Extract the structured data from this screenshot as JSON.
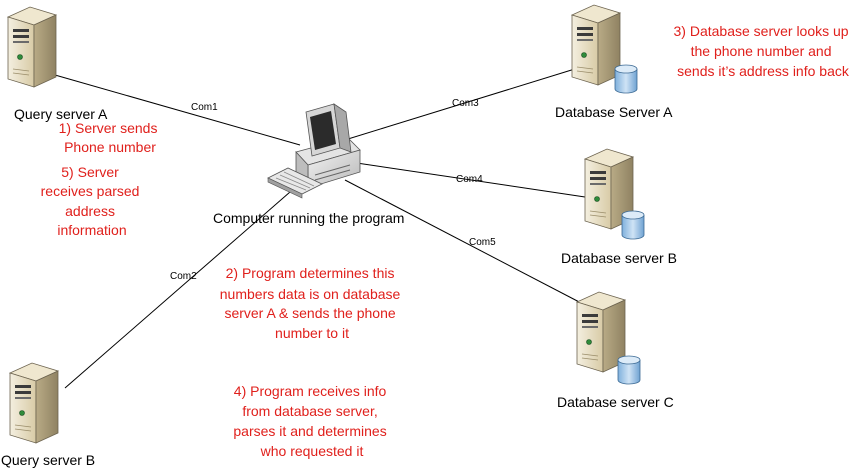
{
  "nodes": {
    "query_a": {
      "label": "Query server A"
    },
    "query_b": {
      "label": "Query server B"
    },
    "computer": {
      "label": "Computer running the program"
    },
    "db_a": {
      "label": "Database Server A"
    },
    "db_b": {
      "label": "Database server B"
    },
    "db_c": {
      "label": "Database server C"
    }
  },
  "connections": [
    {
      "id": "com1",
      "label": "Com1"
    },
    {
      "id": "com2",
      "label": "Com2"
    },
    {
      "id": "com3",
      "label": "Com3"
    },
    {
      "id": "com4",
      "label": "Com4"
    },
    {
      "id": "com5",
      "label": "Com5"
    }
  ],
  "notes": {
    "step1": [
      "1) Server sends",
      "Phone number"
    ],
    "step2": [
      "2) Program determines this",
      "numbers data is on database",
      "server A & sends the phone",
      "number to it"
    ],
    "step3": [
      "3) Database server looks up",
      "the phone number and",
      "sends it’s address info back"
    ],
    "step4": [
      "4) Program receives info",
      "from database server,",
      "parses it and determines",
      "who requested it"
    ],
    "step5": [
      "5) Server",
      "receives parsed",
      "address",
      "information"
    ]
  },
  "colors": {
    "note_text": "#e0201c",
    "line": "#000000",
    "server_body": "#e6dcc0",
    "db_cylinder": "#9ec3e6"
  },
  "icons": {
    "server": "server-tower-icon",
    "database": "database-cylinder-icon",
    "computer": "desktop-computer-icon"
  }
}
